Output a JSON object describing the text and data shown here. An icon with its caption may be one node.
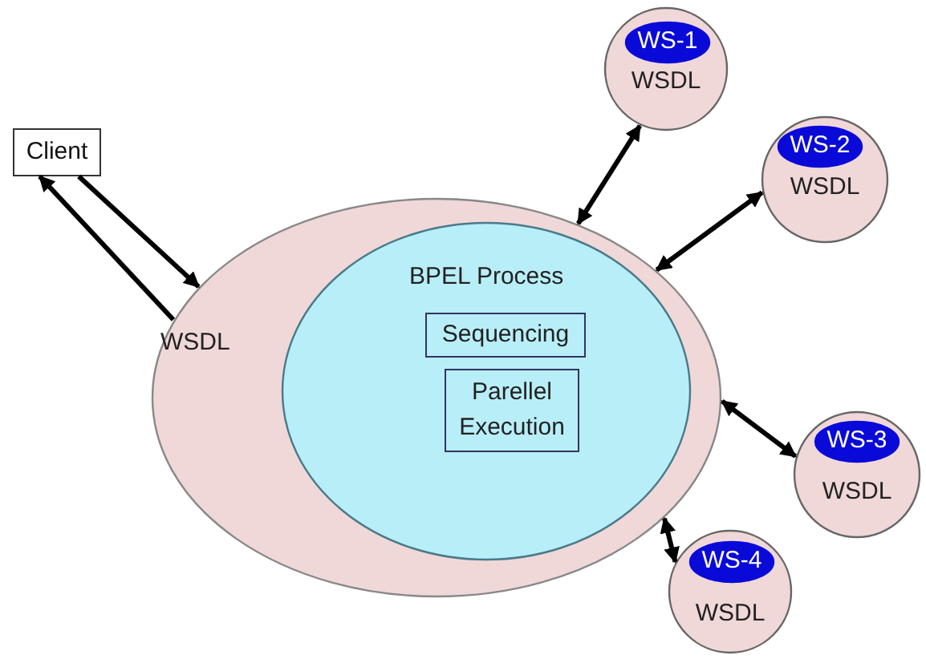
{
  "diagram": {
    "nodes": [
      {
        "text": [
          "Client"
        ]
      },
      {
        "text": [
          "WSDL"
        ]
      },
      {
        "text": [
          "BPEL Process"
        ],
        "in": 1
      },
      {
        "text": [
          "Sequencing"
        ],
        "in": 2
      },
      {
        "text": [
          "Parellel Execution"
        ],
        "in": 2
      },
      {
        "text": [
          "WSDL"
        ]
      },
      {
        "text": [
          "WS-1"
        ],
        "in": 5
      },
      {
        "text": [
          "WSDL"
        ]
      },
      {
        "text": [
          "WS-2"
        ],
        "in": 7
      },
      {
        "text": [
          "WSDL"
        ]
      },
      {
        "text": [
          "WS-3"
        ],
        "in": 9
      },
      {
        "text": [
          "WSDL"
        ]
      },
      {
        "text": [
          "WS-4"
        ],
        "in": 11
      }
    ],
    "edges": [
      {
        "from": 0,
        "to": 1,
        "arrow": "to"
      },
      {
        "from": 1,
        "to": 0,
        "arrow": "to"
      },
      {
        "from": 1,
        "to": 5,
        "arrow": "both"
      },
      {
        "from": 1,
        "to": 7,
        "arrow": "both"
      },
      {
        "from": 1,
        "to": 9,
        "arrow": "both"
      },
      {
        "from": 1,
        "to": 11,
        "arrow": "both"
      }
    ]
  }
}
